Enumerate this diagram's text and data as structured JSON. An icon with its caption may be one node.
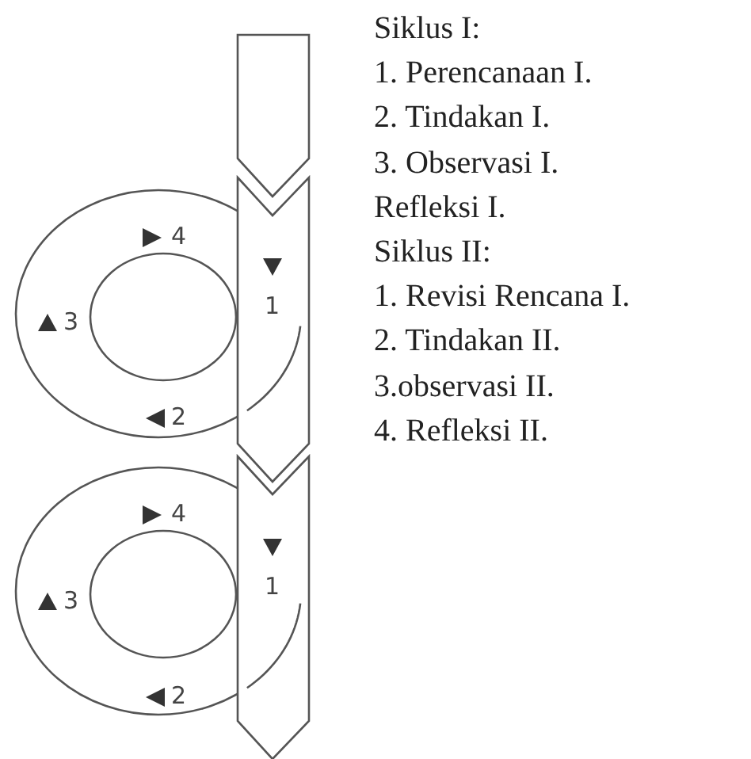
{
  "diagram": {
    "labels": [
      "4",
      "1",
      "3",
      "2",
      "4",
      "1",
      "3",
      "2",
      "Siklus I:",
      "1. Perencanaan I.",
      "2. Tindakan I.",
      "3. Observasi I.",
      "Refleksi I.",
      "Siklus II:",
      "1. Revisi Rencana I.",
      "2. Tindakan II.",
      "3.observasi II.",
      "4. Refleksi II."
    ]
  }
}
